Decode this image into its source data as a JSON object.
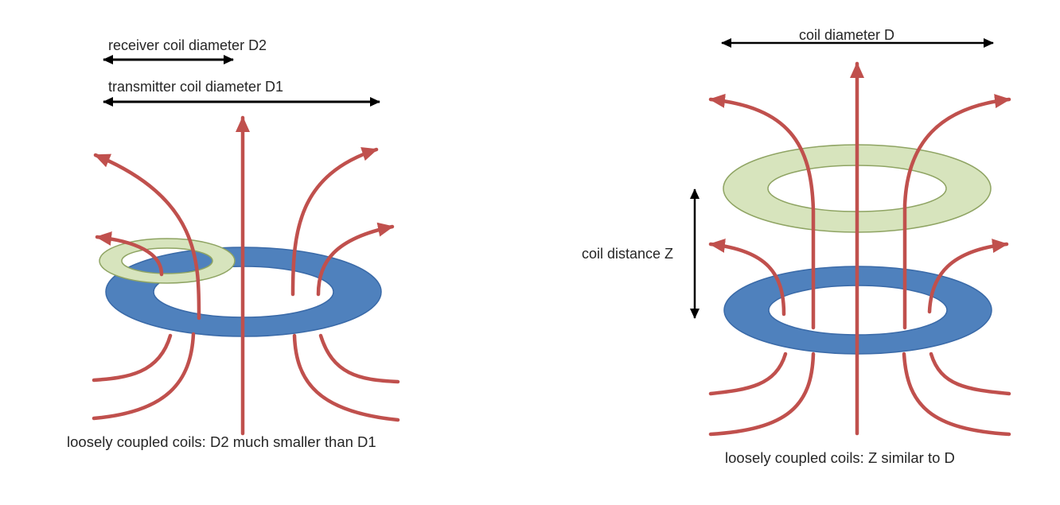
{
  "colors": {
    "field_line": "#c0504d",
    "transmitter_coil": "#4f81bd",
    "transmitter_coil_edge": "#3a6aa8",
    "receiver_coil": "#d7e4bd",
    "receiver_coil_edge": "#8fa463",
    "dimension_arrow": "#000000",
    "text": "#262626"
  },
  "left_figure": {
    "receiver_label": "receiver  coil diameter D2",
    "transmitter_label": "transmitter coil diameter D1",
    "caption": "loosely coupled coils: D2 much smaller than D1"
  },
  "right_figure": {
    "diameter_label": "coil diameter D",
    "distance_label": "coil distance Z",
    "caption": "loosely coupled coils: Z similar to D"
  }
}
